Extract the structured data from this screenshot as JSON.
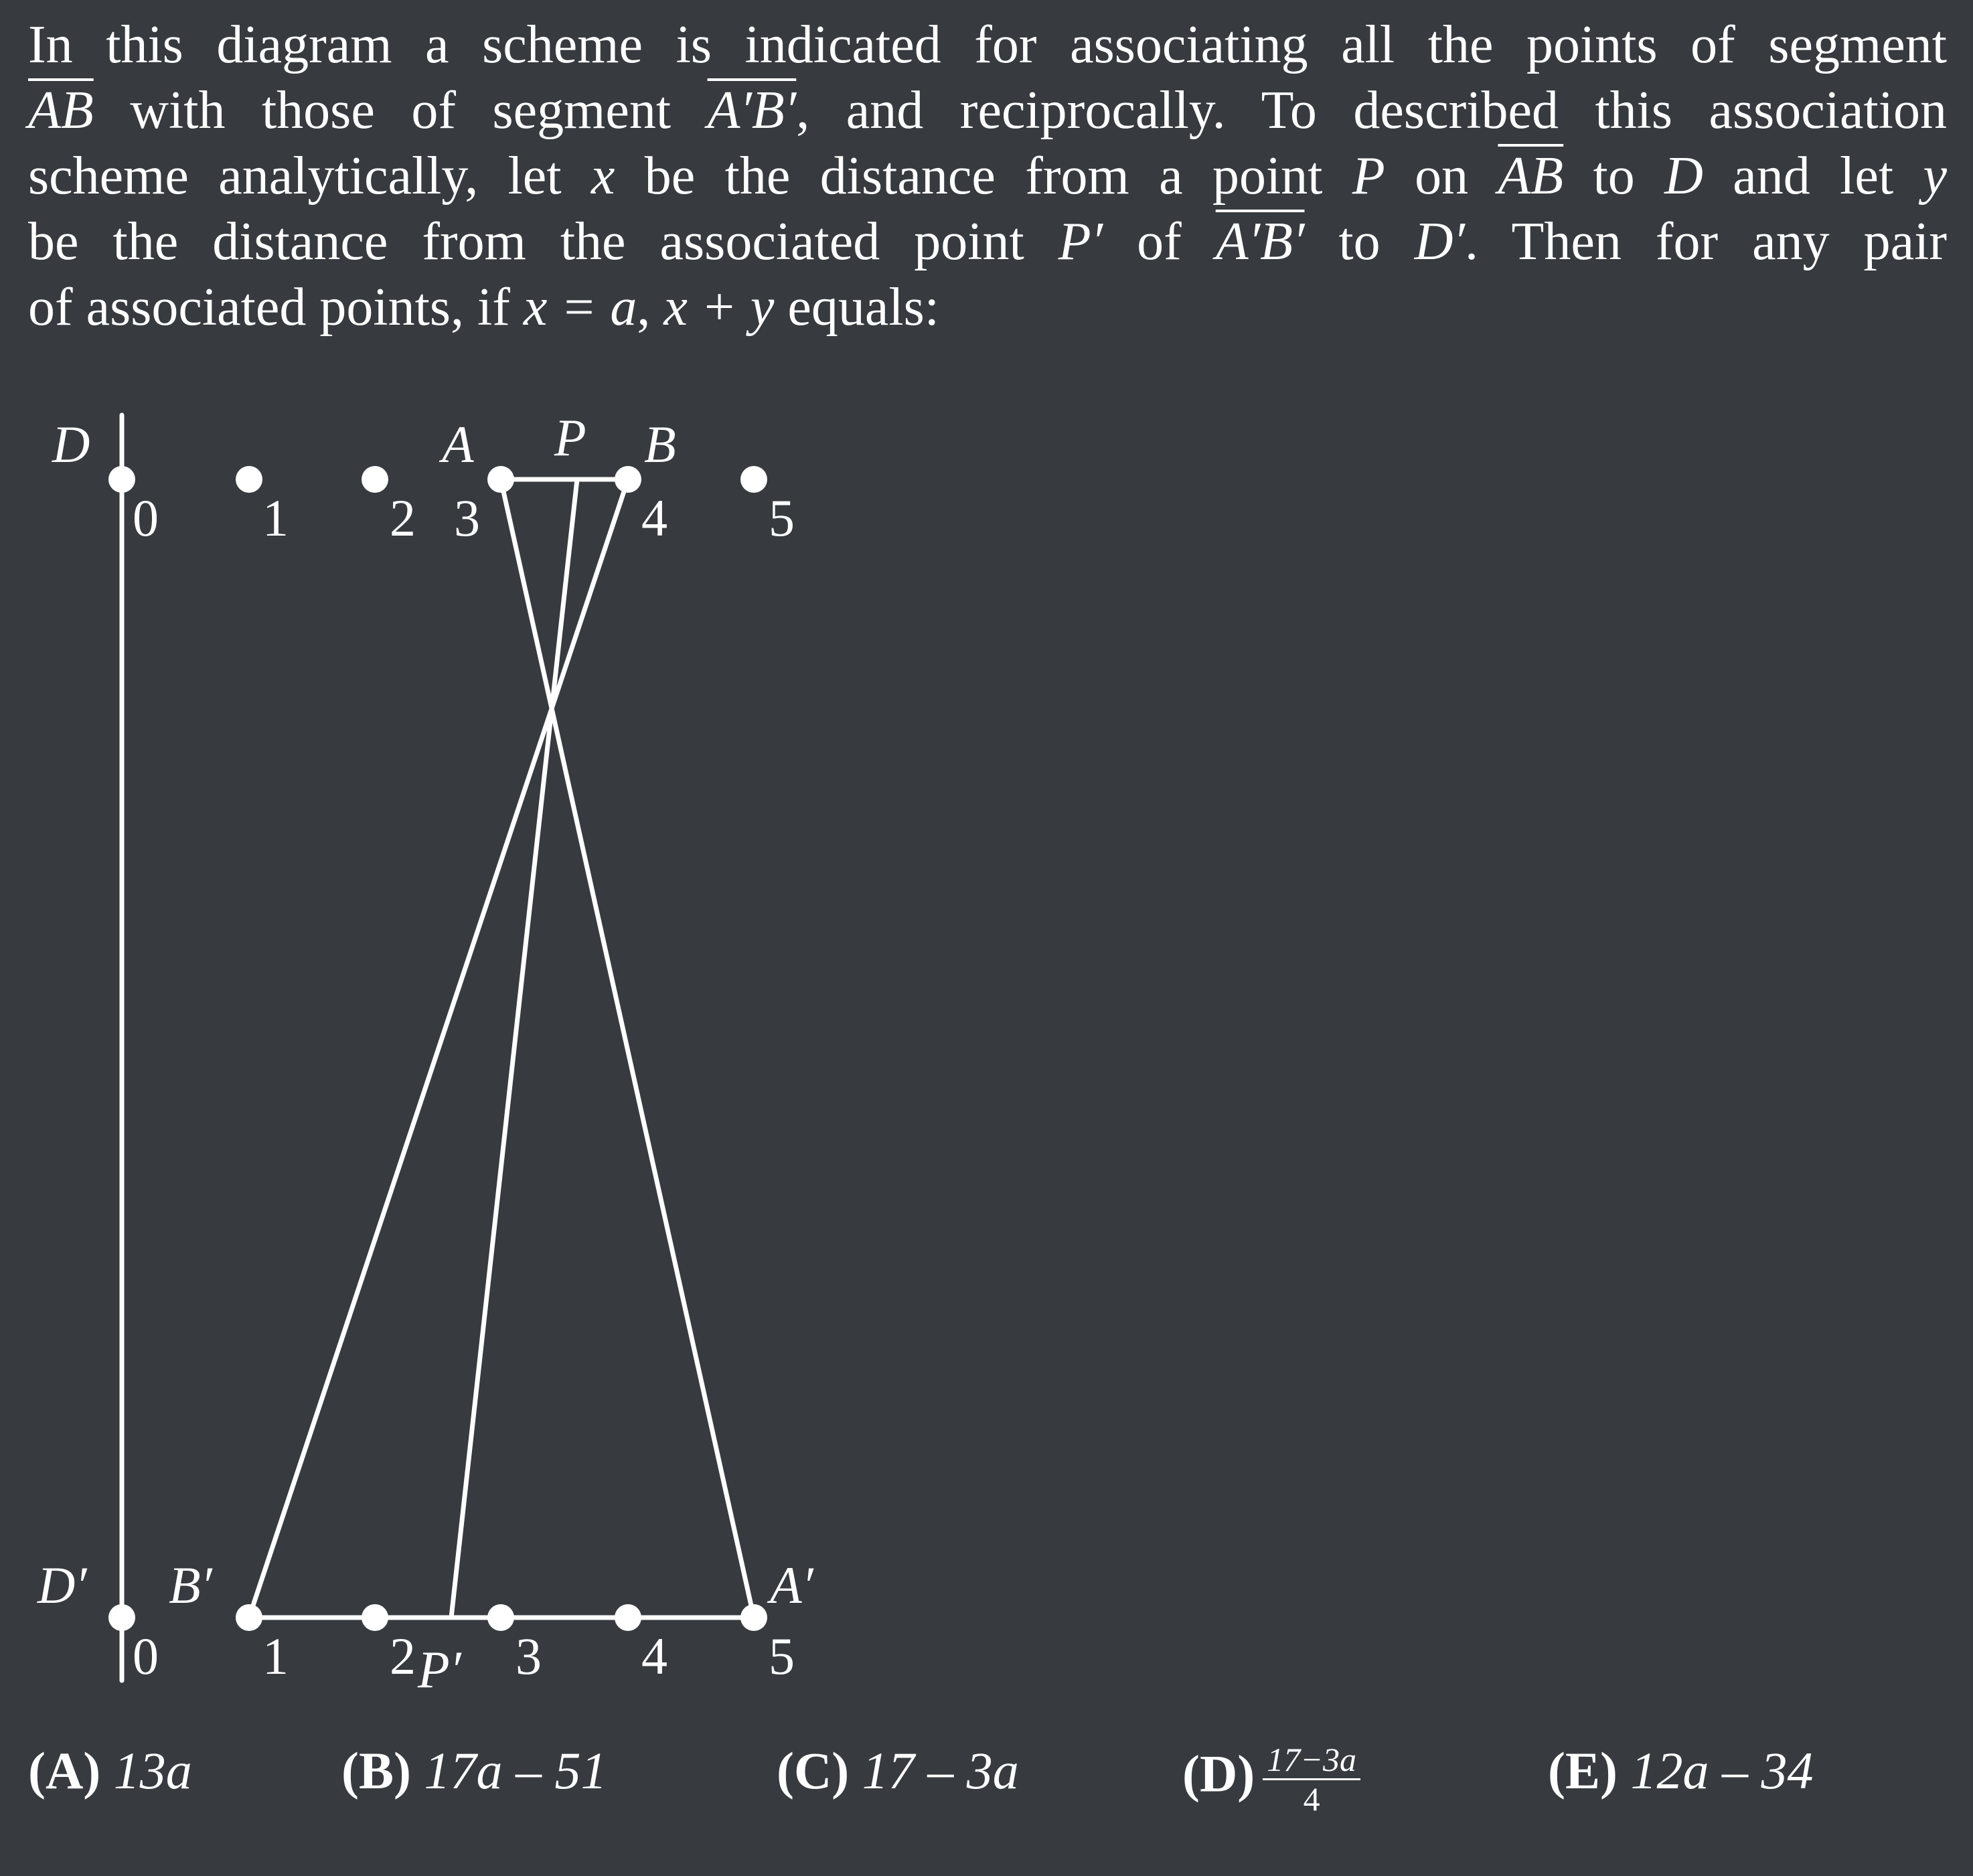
{
  "problem": {
    "lines": [
      [
        "In this diagram a scheme is indicated for associating all the points of segment"
      ],
      [
        "AB",
        " with those of segment ",
        "A′B′",
        ", and reciprocally. To described this association"
      ],
      [
        "scheme analytically, let ",
        "x",
        " be the distance from a point ",
        "P",
        " on ",
        "AB",
        " to ",
        "D",
        " and let ",
        "y"
      ],
      [
        "be the distance from the associated point ",
        "P′",
        " of ",
        "A′B′",
        " to ",
        "D′",
        ". Then for any pair"
      ],
      [
        "of associated points, if ",
        "x = a",
        ", ",
        "x + y",
        " equals:"
      ]
    ]
  },
  "diagram": {
    "top_labels": {
      "D": "D",
      "A": "A",
      "P": "P",
      "B": "B"
    },
    "bottom_labels": {
      "D": "D′",
      "B": "B′",
      "P": "P′",
      "A": "A′"
    },
    "top_ticks": [
      "0",
      "1",
      "2",
      "3",
      "4",
      "5"
    ],
    "bottom_ticks": [
      "0",
      "1",
      "2",
      "3",
      "4",
      "5"
    ],
    "color": "#ffffff"
  },
  "choices": [
    {
      "label": "(A)",
      "text": "13a"
    },
    {
      "label": "(B)",
      "text": "17a – 51"
    },
    {
      "label": "(C)",
      "text": "17 – 3a"
    },
    {
      "label": "(D)",
      "num": "17−3a",
      "den": "4"
    },
    {
      "label": "(E)",
      "text": "12a – 34"
    }
  ]
}
